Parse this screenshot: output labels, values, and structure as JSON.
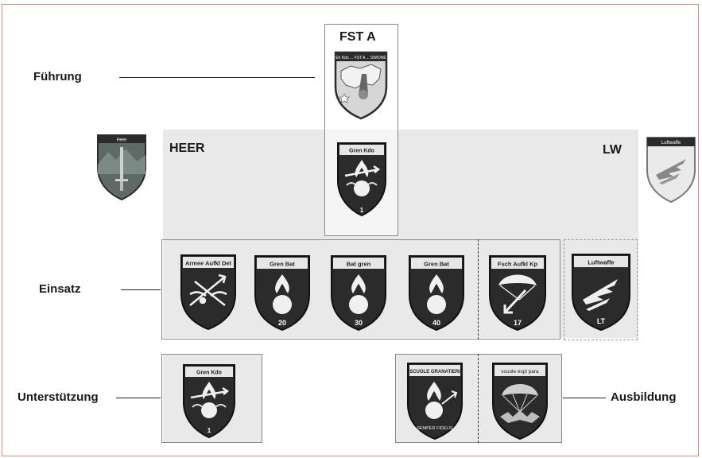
{
  "sections": {
    "fuehrung": "Führung",
    "einsatz": "Einsatz",
    "unterstuetzung": "Unterstützung",
    "ausbildung": "Ausbildung"
  },
  "heads": {
    "fsta": "FST A",
    "heer": "HEER",
    "lw": "LW"
  },
  "badges": {
    "fsta": {
      "arc": "Eh Kdo ... FST A ... SIMONE",
      "icon": "swiss-map-fist-icon"
    },
    "heer": {
      "arc": "Heer",
      "icon": "sword-mountain-icon"
    },
    "lw_top": {
      "arc": "Luftwaffe",
      "icon": "jet-icon"
    },
    "gren_kdo_top": {
      "arc": "Gren Kdo",
      "num": "1",
      "icon": "grenade-icon"
    },
    "armee_aufkl": {
      "arc": "Armee Aufkl Det",
      "icon": "crossed-arrows-icon"
    },
    "gren_bat_20": {
      "arc": "Gren Bat",
      "num": "20",
      "icon": "grenade-icon"
    },
    "bat_gren_30": {
      "arc": "Bat gren",
      "num": "30",
      "icon": "grenade-icon"
    },
    "gren_bat_40": {
      "arc": "Gren Bat",
      "num": "40",
      "icon": "grenade-icon"
    },
    "fsch_aufkl": {
      "arc": "Fsch Aufkl Kp",
      "num": "17",
      "icon": "parachute-arrow-icon"
    },
    "lw_lt": {
      "arc": "Luftwaffe",
      "num": "LT",
      "icon": "jet-icon"
    },
    "gren_kdo_bottom": {
      "arc": "Gren Kdo",
      "num": "1",
      "icon": "grenade-icon"
    },
    "scuole_granatieri": {
      "arc": "SCUOLE GRANATIERI",
      "motto": "SEMPER FIDELIS",
      "icon": "grenade-icon"
    },
    "scuole_espl": {
      "arc": "scuole espl para",
      "icon": "parachute-bat-icon"
    }
  },
  "colors": {
    "badge_dark": "#2b2b2b",
    "badge_mid": "#555555",
    "panel": "#e9e9e9",
    "frame": "#c98f88"
  }
}
